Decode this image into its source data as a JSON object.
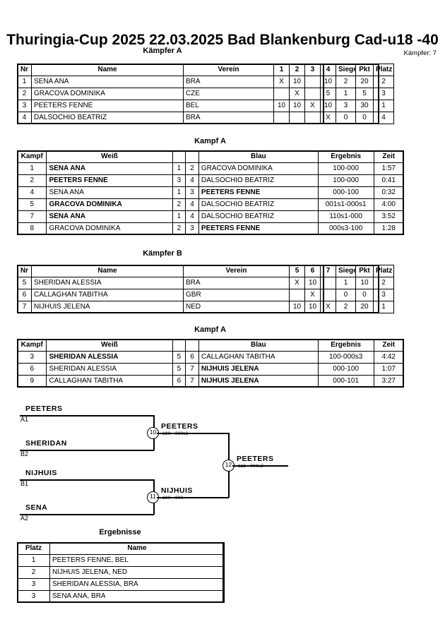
{
  "header": {
    "title": "Thuringia-Cup 2025  22.03.2025  Bad Blankenburg   Cad-u18 -40",
    "fighter_count_label": "Kämpfer: 7"
  },
  "pools": [
    {
      "caption": "Kämpfer A",
      "headers": [
        "Nr",
        "Name",
        "Verein",
        "1",
        "2",
        "3",
        "4",
        "Siege",
        "Pkt",
        "Platz"
      ],
      "rows": [
        {
          "nr": "1",
          "name": "SENA ANA",
          "verein": "BRA",
          "m": [
            "X",
            "10",
            "",
            "10"
          ],
          "siege": "2",
          "pkt": "20",
          "platz": "2"
        },
        {
          "nr": "2",
          "name": "GRACOVA DOMINIKA",
          "verein": "CZE",
          "m": [
            "",
            "X",
            "",
            "5"
          ],
          "siege": "1",
          "pkt": "5",
          "platz": "3"
        },
        {
          "nr": "3",
          "name": "PEETERS FENNE",
          "verein": "BEL",
          "m": [
            "10",
            "10",
            "X",
            "10"
          ],
          "siege": "3",
          "pkt": "30",
          "platz": "1"
        },
        {
          "nr": "4",
          "name": "DALSOCHIO BEATRIZ",
          "verein": "BRA",
          "m": [
            "",
            "",
            "",
            "X"
          ],
          "siege": "0",
          "pkt": "0",
          "platz": "4"
        }
      ]
    },
    {
      "caption": "Kämpfer B",
      "headers": [
        "Nr",
        "Name",
        "Verein",
        "5",
        "6",
        "7",
        "Siege",
        "Pkt",
        "Platz"
      ],
      "rows": [
        {
          "nr": "5",
          "name": "SHERIDAN ALESSIA",
          "verein": "BRA",
          "m": [
            "X",
            "10",
            ""
          ],
          "siege": "1",
          "pkt": "10",
          "platz": "2"
        },
        {
          "nr": "6",
          "name": "CALLAGHAN TABITHA",
          "verein": "GBR",
          "m": [
            "",
            "X",
            ""
          ],
          "siege": "0",
          "pkt": "0",
          "platz": "3"
        },
        {
          "nr": "7",
          "name": "NIJHUIS JELENA",
          "verein": "NED",
          "m": [
            "10",
            "10",
            "X"
          ],
          "siege": "2",
          "pkt": "20",
          "platz": "1"
        }
      ]
    }
  ],
  "bouts": [
    {
      "caption": "Kampf A",
      "headers": [
        "Kampf",
        "Weiß",
        "",
        "",
        "Blau",
        "Ergebnis",
        "Zeit"
      ],
      "rows": [
        {
          "kampf": "1",
          "weiss": "SENA ANA",
          "weiss_bold": true,
          "wn": "1",
          "bn": "2",
          "blau": "GRACOVA DOMINIKA",
          "blau_bold": false,
          "ergebnis": "100-000",
          "zeit": "1:57"
        },
        {
          "kampf": "2",
          "weiss": "PEETERS FENNE",
          "weiss_bold": true,
          "wn": "3",
          "bn": "4",
          "blau": "DALSOCHIO BEATRIZ",
          "blau_bold": false,
          "ergebnis": "100-000",
          "zeit": "0:41"
        },
        {
          "kampf": "4",
          "weiss": "SENA ANA",
          "weiss_bold": false,
          "wn": "1",
          "bn": "3",
          "blau": "PEETERS FENNE",
          "blau_bold": true,
          "ergebnis": "000-100",
          "zeit": "0:32"
        },
        {
          "kampf": "5",
          "weiss": "GRACOVA DOMINIKA",
          "weiss_bold": true,
          "wn": "2",
          "bn": "4",
          "blau": "DALSOCHIO BEATRIZ",
          "blau_bold": false,
          "ergebnis": "001s1-000s1",
          "zeit": "4:00"
        },
        {
          "kampf": "7",
          "weiss": "SENA ANA",
          "weiss_bold": true,
          "wn": "1",
          "bn": "4",
          "blau": "DALSOCHIO BEATRIZ",
          "blau_bold": false,
          "ergebnis": "110s1-000",
          "zeit": "3:52"
        },
        {
          "kampf": "8",
          "weiss": "GRACOVA DOMINIKA",
          "weiss_bold": false,
          "wn": "2",
          "bn": "3",
          "blau": "PEETERS FENNE",
          "blau_bold": true,
          "ergebnis": "000s3-100",
          "zeit": "1:28"
        }
      ]
    },
    {
      "caption": "Kampf A",
      "headers": [
        "Kampf",
        "Weiß",
        "",
        "",
        "Blau",
        "Ergebnis",
        "Zeit"
      ],
      "rows": [
        {
          "kampf": "3",
          "weiss": "SHERIDAN ALESSIA",
          "weiss_bold": true,
          "wn": "5",
          "bn": "6",
          "blau": "CALLAGHAN TABITHA",
          "blau_bold": false,
          "ergebnis": "100-000s3",
          "zeit": "4:42"
        },
        {
          "kampf": "6",
          "weiss": "SHERIDAN ALESSIA",
          "weiss_bold": false,
          "wn": "5",
          "bn": "7",
          "blau": "NIJHUIS JELENA",
          "blau_bold": true,
          "ergebnis": "000-100",
          "zeit": "1:07"
        },
        {
          "kampf": "9",
          "weiss": "CALLAGHAN TABITHA",
          "weiss_bold": false,
          "wn": "6",
          "bn": "7",
          "blau": "NIJHUIS JELENA",
          "blau_bold": true,
          "ergebnis": "000-101",
          "zeit": "3:27"
        }
      ]
    }
  ],
  "bracket": {
    "entries": [
      {
        "name": "PEETERS",
        "slot": "A1"
      },
      {
        "name": "SHERIDAN",
        "slot": "B2"
      },
      {
        "name": "NIJHUIS",
        "slot": "B1"
      },
      {
        "name": "SENA",
        "slot": "A2"
      }
    ],
    "matches": [
      {
        "num": "10",
        "winner": "PEETERS",
        "score": "100 - 000s2"
      },
      {
        "num": "11",
        "winner": "NIJHUIS",
        "score": "100 - 000"
      },
      {
        "num": "12",
        "winner": "PEETERS",
        "score": "112 - 000s3"
      }
    ]
  },
  "results": {
    "caption": "Ergebnisse",
    "headers": [
      "Platz",
      "Name"
    ],
    "rows": [
      {
        "platz": "1",
        "name": "PEETERS FENNE, BEL"
      },
      {
        "platz": "2",
        "name": "NIJHUIS JELENA, NED"
      },
      {
        "platz": "3",
        "name": "SHERIDAN ALESSIA, BRA"
      },
      {
        "platz": "3",
        "name": "SENA ANA, BRA"
      }
    ]
  }
}
